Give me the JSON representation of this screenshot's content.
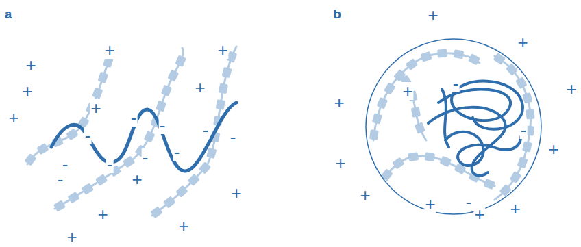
{
  "diagram": {
    "labels": [
      "a",
      "+",
      "+",
      "+",
      "+",
      "+",
      "+",
      "+",
      "+",
      "+",
      "+",
      "+",
      "+",
      "-",
      "-",
      "-",
      "-",
      "-",
      "-",
      "-",
      "-",
      "-",
      "-",
      "b",
      "+",
      "+",
      "+",
      "+",
      "+",
      "+",
      "+",
      "+",
      "+",
      "+",
      "+",
      "-",
      "-",
      "-"
    ]
  }
}
